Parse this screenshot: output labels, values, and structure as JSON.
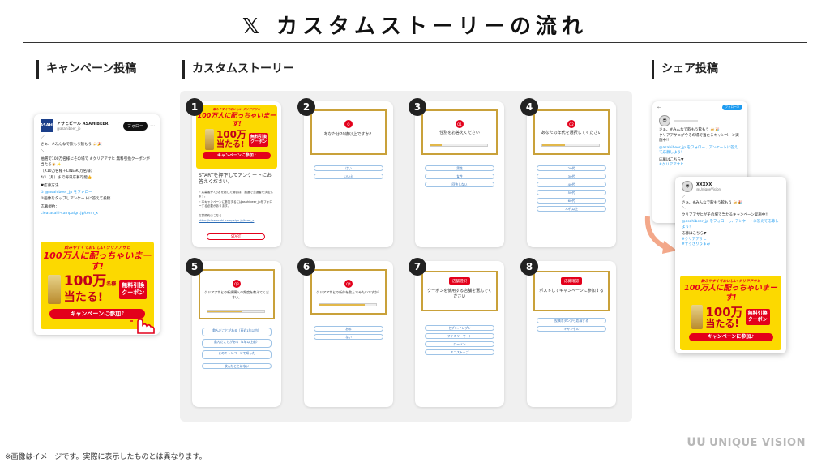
{
  "title": "𝕏 カスタムストーリーの流れ",
  "sections": {
    "campaign": "キャンペーン投稿",
    "story": "カスタムストーリー",
    "share": "シェア投稿"
  },
  "campaign_post": {
    "account_name": "アサヒビール ASAHIBEER",
    "handle": "@asahibeer_jp",
    "follow_label": "フォロー",
    "line1": "／",
    "line2": "さぁ、#みんなで飲もう飲もう 🍻🎉",
    "line3": "＼",
    "line4": "抽選で100万名様にその場で #クリアアサヒ 無料引換クーポンが当たる🍺✨",
    "line5": "（X10万名様＋LINE90万名様）",
    "line6": "4/1（月）まで毎日応募可能👍",
    "how_title": "♥応募方法",
    "how1": "① @asahibeer_jp をフォロー",
    "how2": "②画像をタップしアンケートに答えて投稿",
    "terms_label": "応募規約：",
    "terms_link": "clearasahi-campaign.jp/term_x"
  },
  "banner": {
    "top": "飲みやすくておいしい クリアアサヒ",
    "big": "100万人に配っちゃいまーす!",
    "hundred": "100万",
    "hundred_sub": "名様",
    "win": "当たる!",
    "coupon1": "無料引換",
    "coupon2": "クーポン",
    "cta": "キャンペーンに参加♪"
  },
  "cards": [
    {
      "num": "1",
      "intro": "STARTを押下してアンケートにお答えください。",
      "note1": "・応募者が7万名を超した場合は、抽選で当選者を決定します。",
      "note2": "・本キャンペーンに参加するにはasahibeer_jpをフォローする必要があります。",
      "terms": "応募規約はこちら",
      "link": "https://clearasahi-campaign.jp/term_x",
      "start": "START"
    },
    {
      "num": "2",
      "badge": "Q",
      "question": "あなたは20歳以上ですか？",
      "options": [
        "はい",
        "いいえ"
      ]
    },
    {
      "num": "3",
      "badge": "Q1",
      "question": "性別をお答えください",
      "progress": 0.2,
      "options": [
        "男性",
        "女性",
        "回答しない"
      ]
    },
    {
      "num": "4",
      "badge": "Q2",
      "question": "あなたの年代を選択してください",
      "progress": 0.4,
      "options": [
        "20代",
        "30代",
        "40代",
        "50代",
        "60代",
        "70代以上"
      ]
    },
    {
      "num": "5",
      "badge": "Q3",
      "question": "クリアアサヒの新規購入の頻度を教えてください。",
      "progress": 0.6,
      "options": [
        "飲んだことがある（直近1年以内）",
        "飲んだことがある（1年以上前）",
        "このキャンペーンで知った",
        "飲んだことはない"
      ]
    },
    {
      "num": "6",
      "badge": "Q4",
      "question": "クリアアサヒの新作を飲んでみたいですか？",
      "progress": 0.8,
      "options": [
        "ある",
        "ない"
      ]
    },
    {
      "num": "7",
      "badge": "店舗選択",
      "question": "クーポンを使用する店舗を選んでください",
      "options": [
        "セブン-イレブン",
        "ファミリーマート",
        "ローソン",
        "ミニストップ"
      ]
    },
    {
      "num": "8",
      "badge": "応募確認",
      "question": "ポストしてキャンペーンに参加する",
      "options": [
        "投稿ボタンから応募する",
        "キャンセル"
      ]
    }
  ],
  "share_back": {
    "line1": "さぁ、#みんなで飲もう飲もう 🍻🎉",
    "line2": "クリアアサヒが今その場で当たるキャンペーン実施中!!",
    "line3": "@asahibeer_jp をフォロー、アンケートに答えて応募しよう!",
    "line4": "応募はこちら▼",
    "line5": "#クリアアサヒ",
    "follow_btn": "フォロー中"
  },
  "share_front": {
    "name": "XXXXX",
    "handle": "@UniqueVision",
    "line0": "／",
    "line1": "さぁ、#みんなで飲もう飲もう 🍻🎉",
    "line2": "＼",
    "line3": "クリアアサヒがその場で当たるキャンペーン実施中!!",
    "line4": "@asahibeer_jp をフォローし、アンケートに答えて応募しよう！",
    "line5": "応募はこちら▼",
    "line6": "#クリアアサヒ",
    "line7": "#すっきりうまみ"
  },
  "footer_note": "※画像はイメージです。実際に表示したものとは異なります。",
  "logo": "UNIQUE VISION",
  "logo_mark": "ᑌᑌ"
}
